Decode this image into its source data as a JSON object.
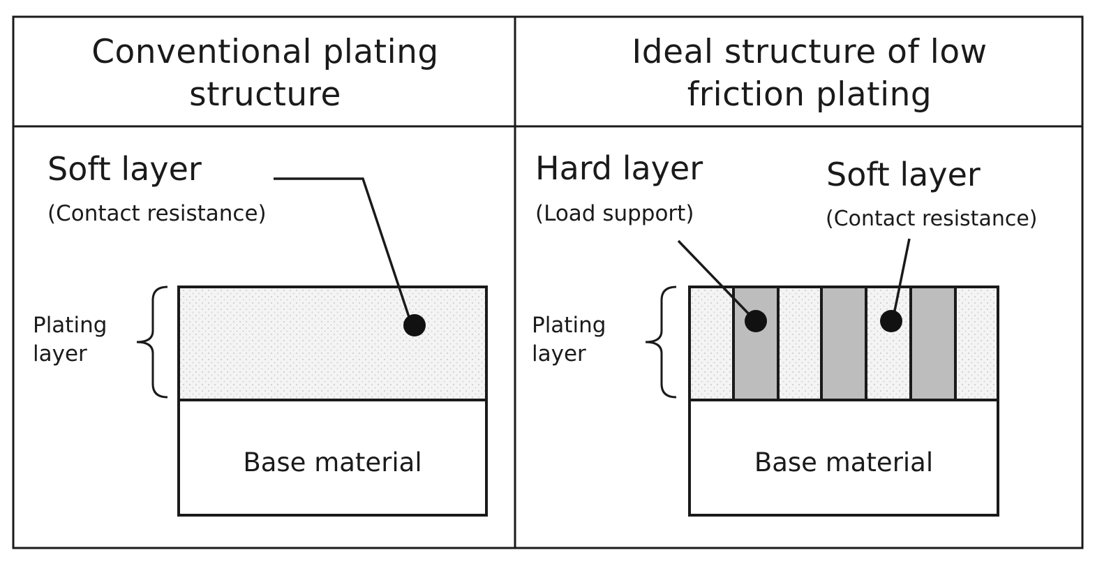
{
  "headers": {
    "left": "Conventional plating structure",
    "right": "Ideal structure of low friction plating"
  },
  "left_panel": {
    "soft_layer_title": "Soft layer",
    "soft_layer_note": "(Contact resistance)",
    "plating_layer_line1": "Plating",
    "plating_layer_line2": "layer",
    "base_material": "Base material"
  },
  "right_panel": {
    "hard_layer_title": "Hard layer",
    "hard_layer_note": "(Load support)",
    "soft_layer_title": "Soft layer",
    "soft_layer_note": "(Contact resistance)",
    "plating_layer_line1": "Plating",
    "plating_layer_line2": "layer",
    "base_material": "Base material"
  },
  "colors": {
    "line": "#1a1a1a",
    "soft_fill": "#f3f3f3",
    "soft_dots": "#d2d2d2",
    "hard_fill": "#bdbdbd",
    "background": "#ffffff"
  }
}
